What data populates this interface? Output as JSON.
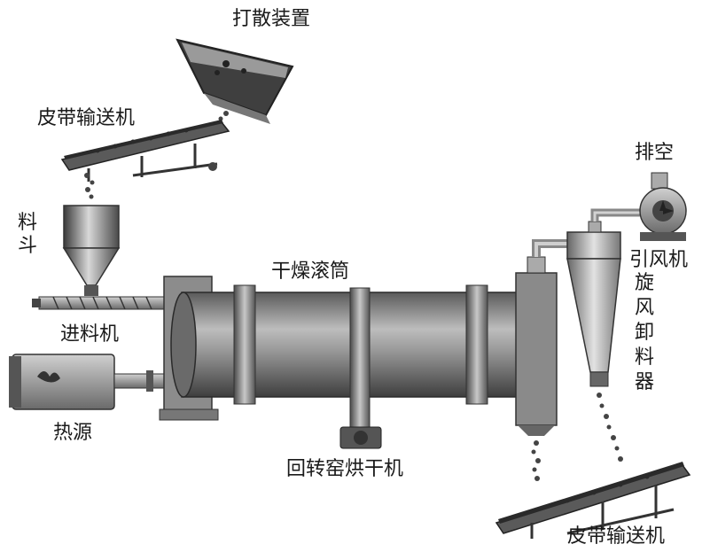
{
  "labels": {
    "breaker": "打散装置",
    "conveyor_top": "皮带输送机",
    "hopper_line1": "料",
    "hopper_line2": "斗",
    "feeder": "进料机",
    "heat_source": "热源",
    "drum": "干燥滚筒",
    "dryer": "回转窑烘干机",
    "exhaust": "排空",
    "fan": "引风机",
    "cyclone_1": "旋",
    "cyclone_2": "风",
    "cyclone_3": "卸",
    "cyclone_4": "料",
    "cyclone_5": "器",
    "conveyor_bottom": "皮带输送机"
  }
}
